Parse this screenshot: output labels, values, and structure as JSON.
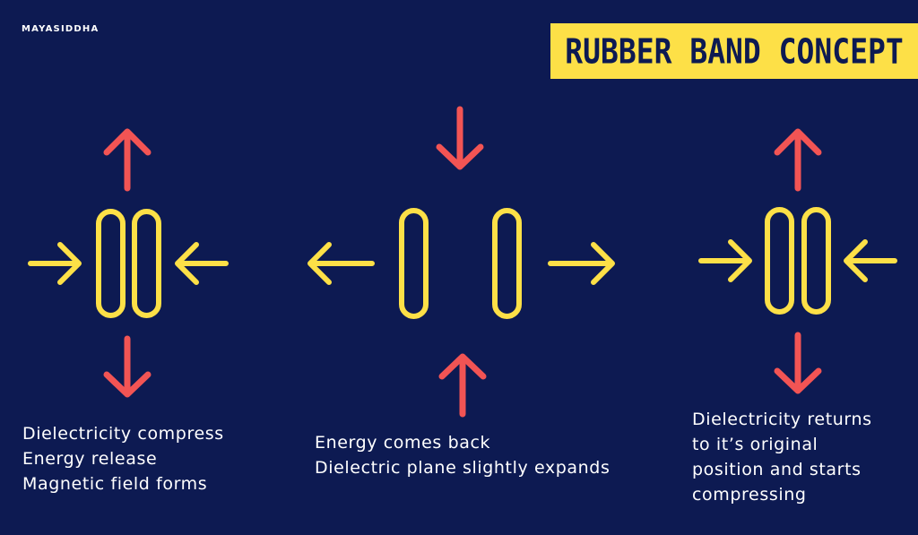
{
  "brand": "MAYASIDDHA",
  "title": "RUBBER BAND CONCEPT",
  "colors": {
    "background": "#0d1a52",
    "band": "#fde047",
    "red_arrow": "#f25454",
    "title_bg": "#fde047"
  },
  "captions": [
    {
      "lines": [
        "Dielectricity compress",
        "Energy release",
        "Magnetic field forms"
      ]
    },
    {
      "lines": [
        "Energy comes back",
        "Dielectric plane slightly expands"
      ]
    },
    {
      "lines": [
        "Dielectricity returns",
        "to it’s original",
        "position and starts",
        "compressing"
      ]
    }
  ]
}
